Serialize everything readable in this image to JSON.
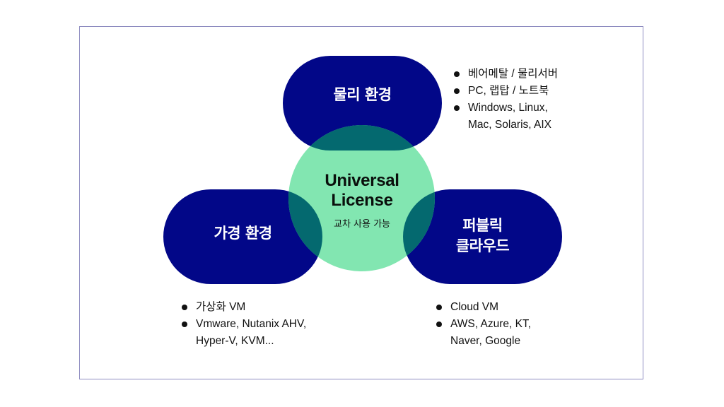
{
  "colors": {
    "pill": "#020788",
    "circle": "#82e6b1",
    "overlap": "#04696f",
    "frame_border": "#8e8cc0",
    "text_dark": "#111111",
    "text_light": "#ffffff"
  },
  "center": {
    "title_line1": "Universal",
    "title_line2": "License",
    "subtitle": "교차 사용 가능"
  },
  "nodes": {
    "physical": {
      "label": "물리 환경",
      "bullets": [
        "베어메탈 / 물리서버",
        "PC, 랩탑 / 노트북",
        "Windows, Linux,\nMac, Solaris, AIX"
      ]
    },
    "virtual": {
      "label": "가경 환경",
      "bullets": [
        "가상화 VM",
        "Vmware, Nutanix AHV,\nHyper-V, KVM..."
      ]
    },
    "public_cloud": {
      "label_line1": "퍼블릭",
      "label_line2": "클라우드",
      "bullets": [
        "Cloud VM",
        "AWS, Azure, KT,\nNaver, Google"
      ]
    }
  }
}
